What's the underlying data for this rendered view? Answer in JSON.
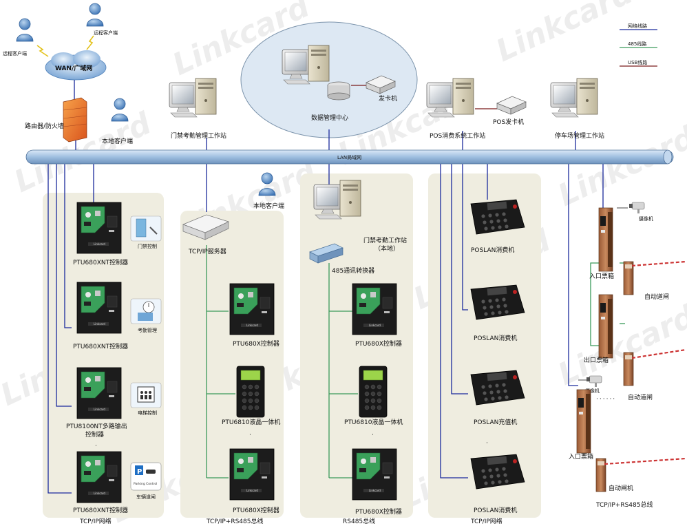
{
  "watermark": "Linkcard",
  "legend": {
    "network": "网络线路",
    "rs485": "485线路",
    "usb": "USB线路"
  },
  "colors": {
    "network": "#1a2a9c",
    "rs485": "#3a9a5a",
    "usb": "#7a1a1a",
    "lan_bus": "#a8c8e8",
    "panel": "#efede0"
  },
  "labels": {
    "remote_client_1": "远程客户端",
    "remote_client_2": "远程客户端",
    "wan": "WAN/广域网",
    "router": "路由器/防火墙",
    "local_client_top": "本地客户端",
    "access_ws": "门禁考勤管理工作站",
    "data_center": "数据管理中心",
    "card_issuer": "发卡机",
    "pos_ws": "POS消费系统工作站",
    "pos_issuer": "POS发卡机",
    "parking_ws": "停车场管理工作站",
    "lan": "LAN局域网",
    "local_client_mid": "本地客户端",
    "tcp_server": "TCP/IP服务器",
    "access_ws_local_1": "门禁考勤工作站",
    "access_ws_local_2": "（本地）",
    "converter": "485通讯转换器",
    "ctrl_1": "PTU680XNT控制器",
    "ctrl_2": "PTU680XNT控制器",
    "ctrl_3a": "PTU8100NT多路输出",
    "ctrl_3b": "控制器",
    "ctrl_4": "PTU680XNT控制器",
    "door_ctrl": "门禁控制",
    "attendance": "考勤管理",
    "elevator": "电梯控制",
    "vehicle": "车辆道闸",
    "c2_ctrl_1": "PTU680X控制器",
    "c2_lcd": "PTU6810液晶一体机",
    "c2_ctrl_2": "PTU680X控制器",
    "c3_ctrl_1": "PTU680X控制器",
    "c3_lcd": "PTU6810液晶一体机",
    "c3_ctrl_2": "PTU680X控制器",
    "pos_1": "POSLAN消费机",
    "pos_2": "POSLAN消费机",
    "pos_3": "POSLAN充值机",
    "pos_4": "POSLAN消费机",
    "camera_1": "摄像机",
    "entry_box_1": "入口票箱",
    "gate_1": "自动道闸",
    "exit_box": "出口票箱",
    "camera_2": "摄像机",
    "gate_2": "自动道闸",
    "entry_box_2": "入口票箱",
    "gate_3": "自动闸机",
    "parking_icon_text": "Parking Control",
    "brand": "Linkcard"
  },
  "bottom_labels": {
    "col1": "TCP/IP网络",
    "col2": "TCP/IP+RS485总线",
    "col3": "RS485总线",
    "col4": "TCP/IP网络",
    "col5": "TCP/IP+RS485总线"
  }
}
